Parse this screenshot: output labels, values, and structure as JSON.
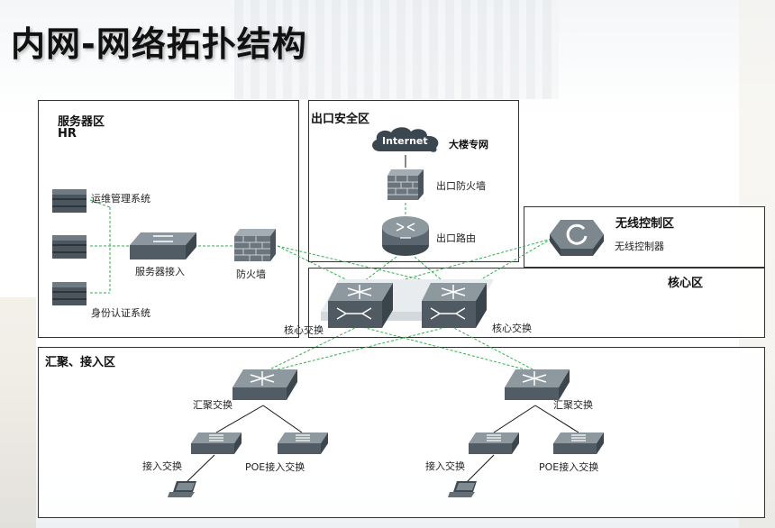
{
  "slide": {
    "title": "内网-网络拓扑结构"
  },
  "zones": {
    "server": {
      "label": "服务器区",
      "sublabel": "HR"
    },
    "exit": {
      "label": "出口安全区"
    },
    "wireless": {
      "label": "无线控制区"
    },
    "core": {
      "label": "核心区"
    },
    "access": {
      "label": "汇聚、接入区"
    }
  },
  "devices": {
    "ops_server": "运维管理系统",
    "server_switch": "服务器接入",
    "firewall_server": "防火墙",
    "auth_server": "身份认证系统",
    "internet": "Internet",
    "building_net": "大楼专网",
    "exit_firewall": "出口防火墙",
    "exit_router": "出口路由",
    "wireless_controller": "无线控制器",
    "core_switch_1": "核心交换",
    "core_switch_2": "核心交换",
    "agg_switch_1": "汇聚交换",
    "agg_switch_2": "汇聚交换",
    "access_switch_1": "接入交换",
    "poe_switch_1": "POE接入交换",
    "access_switch_2": "接入交换",
    "poe_switch_2": "POE接入交换"
  },
  "colors": {
    "link_green": "#2fb34a",
    "link_black": "#111111",
    "device_gray": "#5b6770",
    "cloud": "#3a4650"
  }
}
